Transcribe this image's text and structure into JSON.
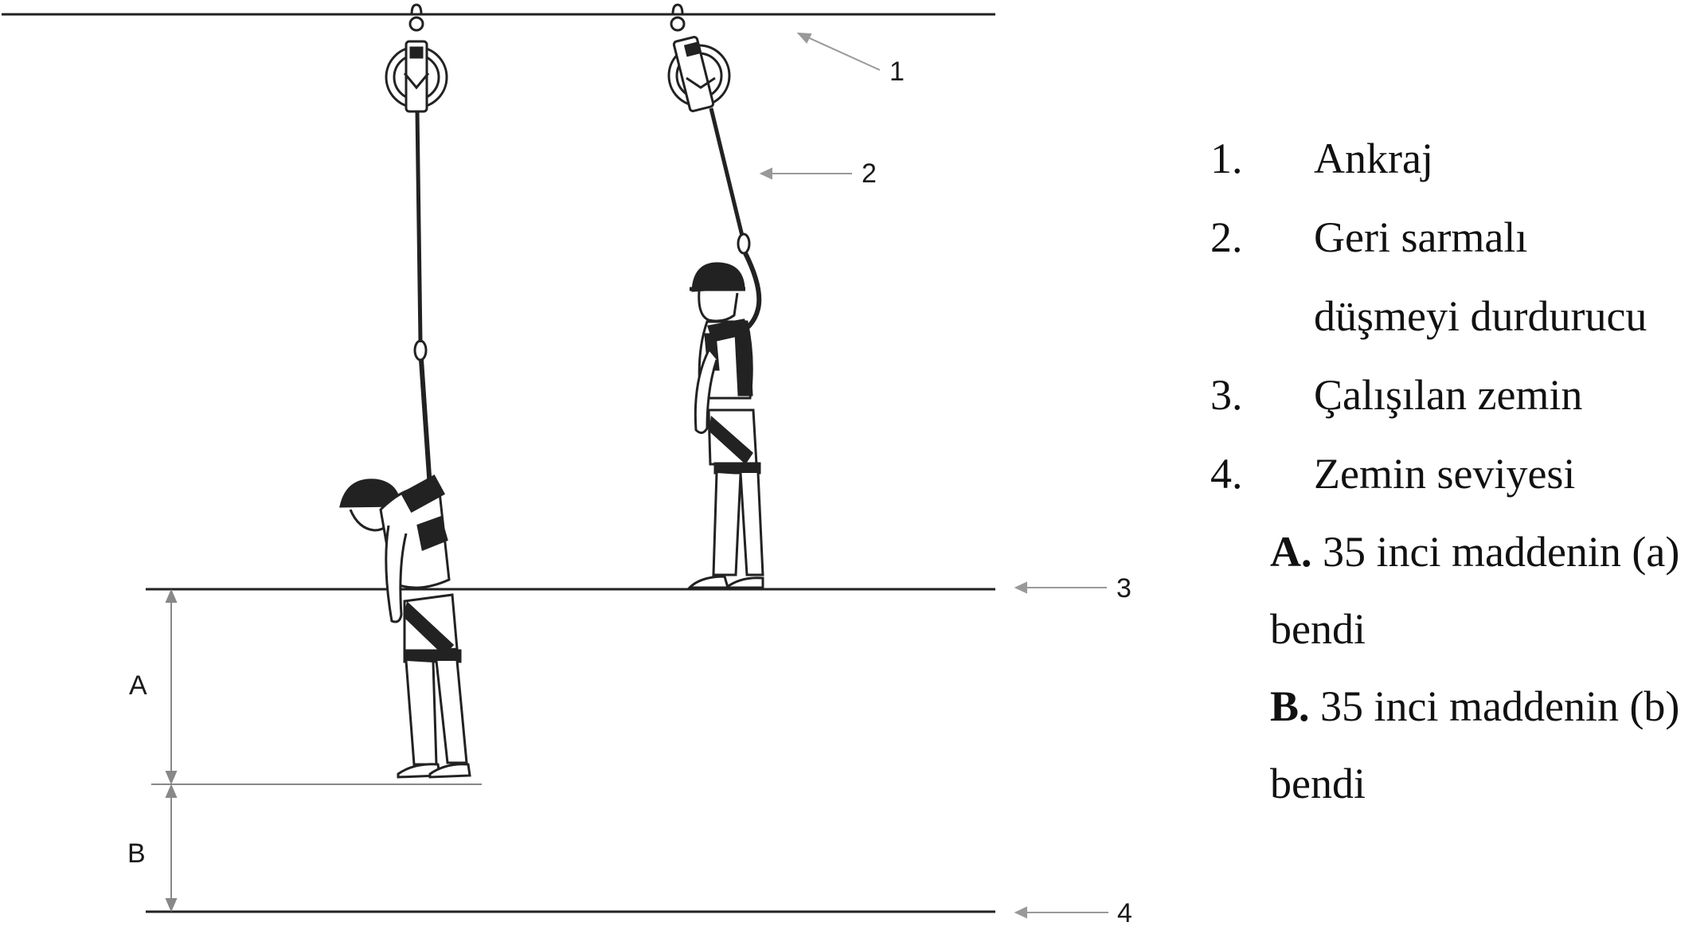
{
  "figure": {
    "callouts": {
      "c1": "1",
      "c2": "2",
      "c3": "3",
      "c4": "4"
    },
    "dimensions": {
      "a": "A",
      "b": "B"
    }
  },
  "legend": {
    "items": [
      {
        "num": "1.",
        "label": "Ankraj"
      },
      {
        "num": "2.",
        "label": "Geri sarmalı"
      },
      {
        "num": "",
        "label": "düşmeyi durdurucu"
      },
      {
        "num": "3.",
        "label": "Çalışılan zemin"
      },
      {
        "num": "4.",
        "label": "Zemin seviyesi"
      }
    ],
    "notes": [
      {
        "key": "A.",
        "text": " 35 inci maddenin (a)",
        "cont": "bendi"
      },
      {
        "key": "B.",
        "text": " 35 inci maddenin (b)",
        "cont": "bendi"
      }
    ]
  }
}
